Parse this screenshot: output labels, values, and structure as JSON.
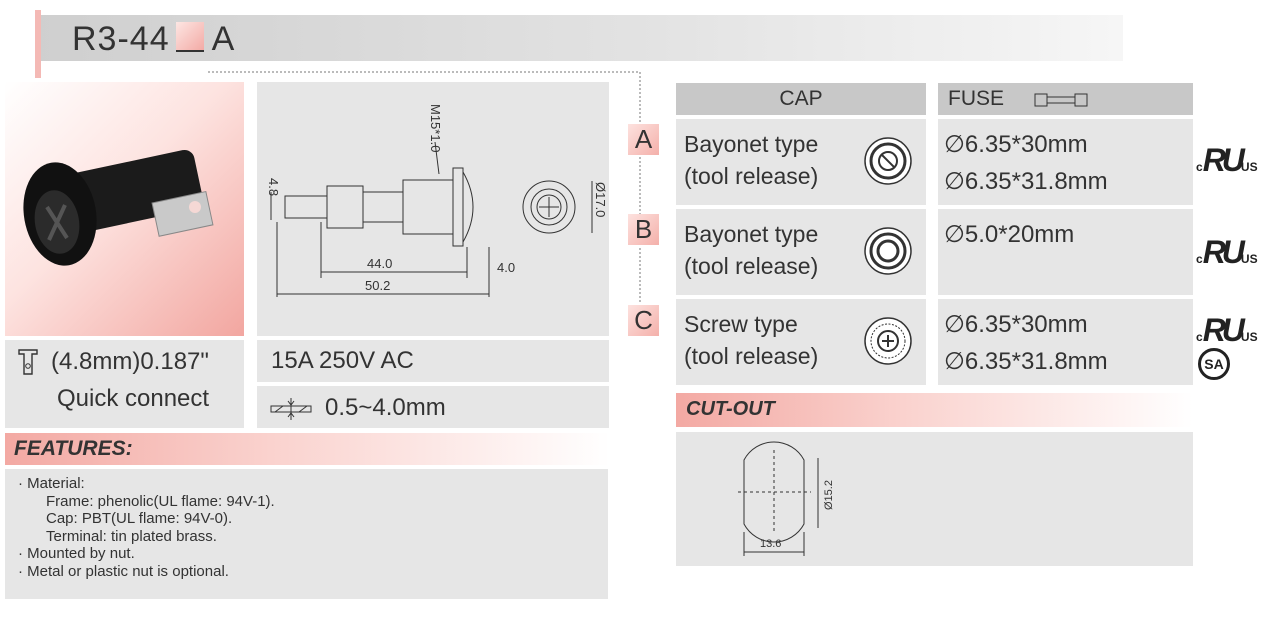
{
  "title": {
    "prefix": "R3-44",
    "suffix": "A"
  },
  "terminal": {
    "size": "(4.8mm)0.187\"",
    "type": "Quick connect"
  },
  "rating": "15A 250V AC",
  "panel_thickness": "0.5~4.0mm",
  "drawing": {
    "thread": "M15*1.0",
    "dim_terminal": "4.8",
    "dim_length": "44.0",
    "dim_overall": "50.2",
    "dim_flange": "4.0",
    "dim_diameter": "Ø17.0"
  },
  "features": {
    "title": "FEATURES:",
    "items": [
      "Material:",
      "Frame: phenolic(UL flame: 94V-1).",
      "Cap: PBT(UL flame: 94V-0).",
      "Terminal: tin plated brass.",
      "Mounted by nut.",
      "Metal or plastic nut is optional."
    ]
  },
  "table": {
    "headers": {
      "cap": "CAP",
      "fuse": "FUSE"
    },
    "rows": [
      {
        "letter": "A",
        "cap_line1": "Bayonet type",
        "cap_line2": "(tool release)",
        "fuse1": "6.35*30mm",
        "fuse2": "6.35*31.8mm"
      },
      {
        "letter": "B",
        "cap_line1": "Bayonet type",
        "cap_line2": "(tool release)",
        "fuse1": "5.0*20mm",
        "fuse2": ""
      },
      {
        "letter": "C",
        "cap_line1": "Screw type",
        "cap_line2": "(tool release)",
        "fuse1": "6.35*30mm",
        "fuse2": "6.35*31.8mm"
      }
    ]
  },
  "cutout": {
    "title": "CUT-OUT",
    "width": "13.6",
    "diameter": "Ø15.2"
  },
  "marks": {
    "ul_c": "c",
    "ul_main": "RU",
    "ul_us": "US",
    "csa": "SA"
  },
  "symbols": {
    "diameter": "∅"
  },
  "colors": {
    "accent_pink": "#f3a9a3",
    "panel_gray": "#e6e6e6",
    "header_gray": "#c8c8c8"
  }
}
